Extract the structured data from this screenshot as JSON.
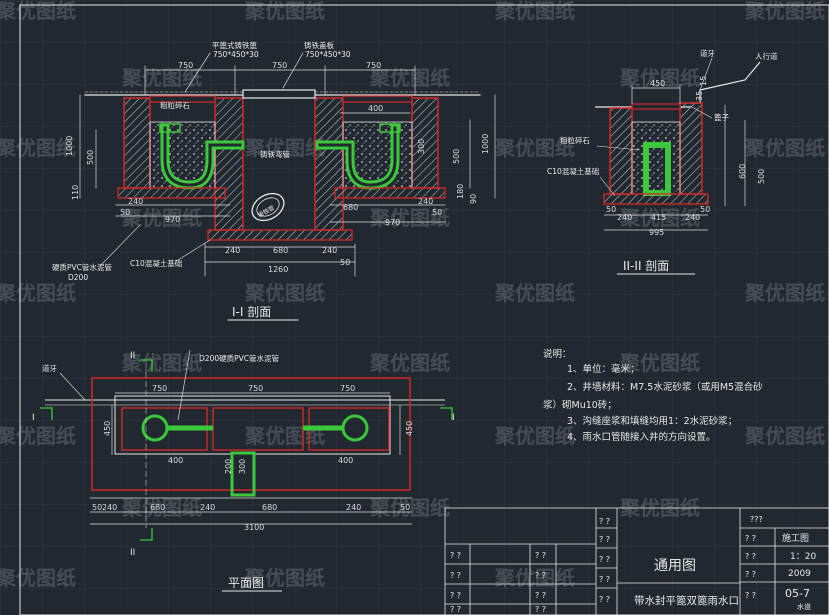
{
  "watermark": "聚优图纸",
  "section1": {
    "title": "I-I 剖面",
    "dims": {
      "top_left": "750",
      "top_mid": "750",
      "top_right": "750",
      "width_400": "400",
      "mid_680": "680",
      "left_970": "970",
      "right_970": "970",
      "b50a": "50",
      "b240a": "240",
      "b240b": "240",
      "b240c": "240",
      "b50b": "50",
      "bottom_1260": "1260",
      "h500": "500",
      "h1000": "1000",
      "h110": "110",
      "h500r": "500",
      "h1000r": "1000",
      "h300r": "300",
      "h180": "180",
      "h90": "90"
    },
    "labels": {
      "grate_a": "平篦式铸铁篦",
      "grate_a_size": "750*450*30",
      "grate_b": "铸铁盖板",
      "grate_b_size": "750*450*30",
      "gravel": "粗粒碎石",
      "cast_pipe": "铸铁弯管",
      "pipe": "铸铁管",
      "pvc": "硬质PVC管水泥管",
      "pvc_d": "D200",
      "base": "C10混凝土基础"
    }
  },
  "section2": {
    "title": "II-II 剖面",
    "dims": {
      "w450": "450",
      "h35": "35",
      "h15": "15",
      "h600": "600",
      "h500": "500",
      "b50a": "50",
      "b240a": "240",
      "b415": "415",
      "b240b": "240",
      "b50b": "50",
      "total": "995"
    },
    "labels": {
      "curb": "道牙",
      "sidewalk": "人行道",
      "grate": "篦子",
      "gravel": "粗粒碎石",
      "base": "C10混凝土基础"
    }
  },
  "plan": {
    "title": "平面图",
    "marker_1": "I",
    "marker_2": "II",
    "curb": "道牙",
    "pvc_label": "D200硬质PVC管水泥管",
    "dims": {
      "w750a": "750",
      "w750b": "750",
      "w750c": "750",
      "h450a": "450",
      "h450b": "450",
      "w400a": "400",
      "w400b": "400",
      "w200": "200",
      "w300": "300",
      "b50a": "50",
      "b240a": "240",
      "b680a": "680",
      "b240b": "240",
      "b680b": "680",
      "b240c": "240",
      "b50b": "50",
      "total": "3100"
    }
  },
  "notes": {
    "heading": "说明：",
    "items": [
      "1、单位：毫米；",
      "2、井墙材料：M7.5水泥砂浆（或用M5混合砂",
      "浆）砌Mu10砖；",
      "3、沟缝座浆和填缝均用1：2水泥砂浆；",
      "4、雨水口管随接入井的方向设置。"
    ]
  },
  "title_block": {
    "drawing_type": "通用图",
    "drawing_name": "带水封平篦双篦雨水口",
    "stage": "施工图",
    "scale": "1：20",
    "year": "2009",
    "number": "05-7",
    "discipline": "水道",
    "placeholder": "? ?",
    "placeholder_short": "???"
  },
  "colors": {
    "background": "#212830",
    "line_white": "#e8e8e8",
    "wall_red": "#d02828",
    "pipe_green": "#3cc83c",
    "dim_white": "#dcdcdc",
    "hatch": "#cfcfcf"
  }
}
